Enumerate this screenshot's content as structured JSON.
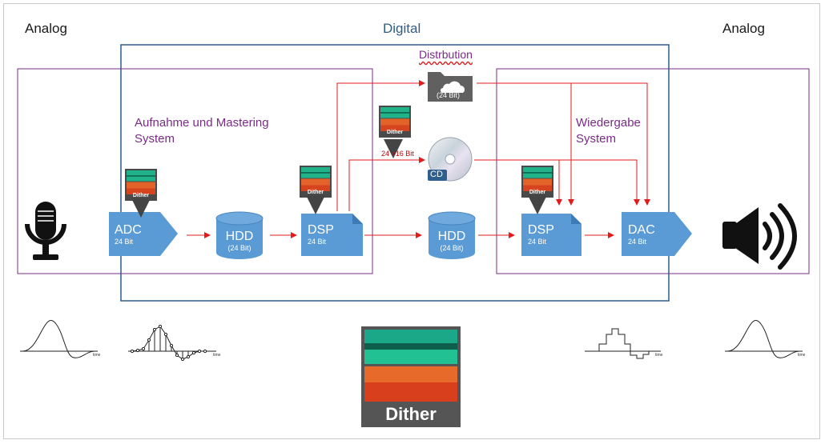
{
  "zones": {
    "analog_left": "Analog",
    "digital": "Digital",
    "analog_right": "Analog",
    "distribution": "Distrbution",
    "recording_line1": "Aufnahme und Mastering",
    "recording_line2": "System",
    "playback_line1": "Wiedergabe",
    "playback_line2": "System"
  },
  "blocks": {
    "adc": {
      "label": "ADC",
      "bits": "24 Bit"
    },
    "hdd1": {
      "label": "HDD",
      "bits": "(24 Bit)"
    },
    "dsp1": {
      "label": "DSP",
      "bits": "24 Bit"
    },
    "hdd2": {
      "label": "HDD",
      "bits": "(24 Bit)"
    },
    "dsp2": {
      "label": "DSP",
      "bits": "24 Bit"
    },
    "dac": {
      "label": "DAC",
      "bits": "24 Bit"
    }
  },
  "distribution_items": {
    "cloud_bits": "(24 Bit)",
    "cd_label": "CD",
    "conversion": "24 >16 Bit"
  },
  "dither": {
    "small_label": "Dither",
    "large_label": "Dither"
  },
  "waveforms": {
    "axis_label": "time"
  },
  "colors": {
    "block_blue": "#5b9bd5",
    "arrow_red": "#e31b1b",
    "zone_purple": "#7a2b86",
    "zone_blue": "#2e5d88"
  },
  "icons": [
    "microphone-icon",
    "speaker-icon",
    "cloud-folder-icon",
    "cd-icon",
    "dither-icon"
  ]
}
